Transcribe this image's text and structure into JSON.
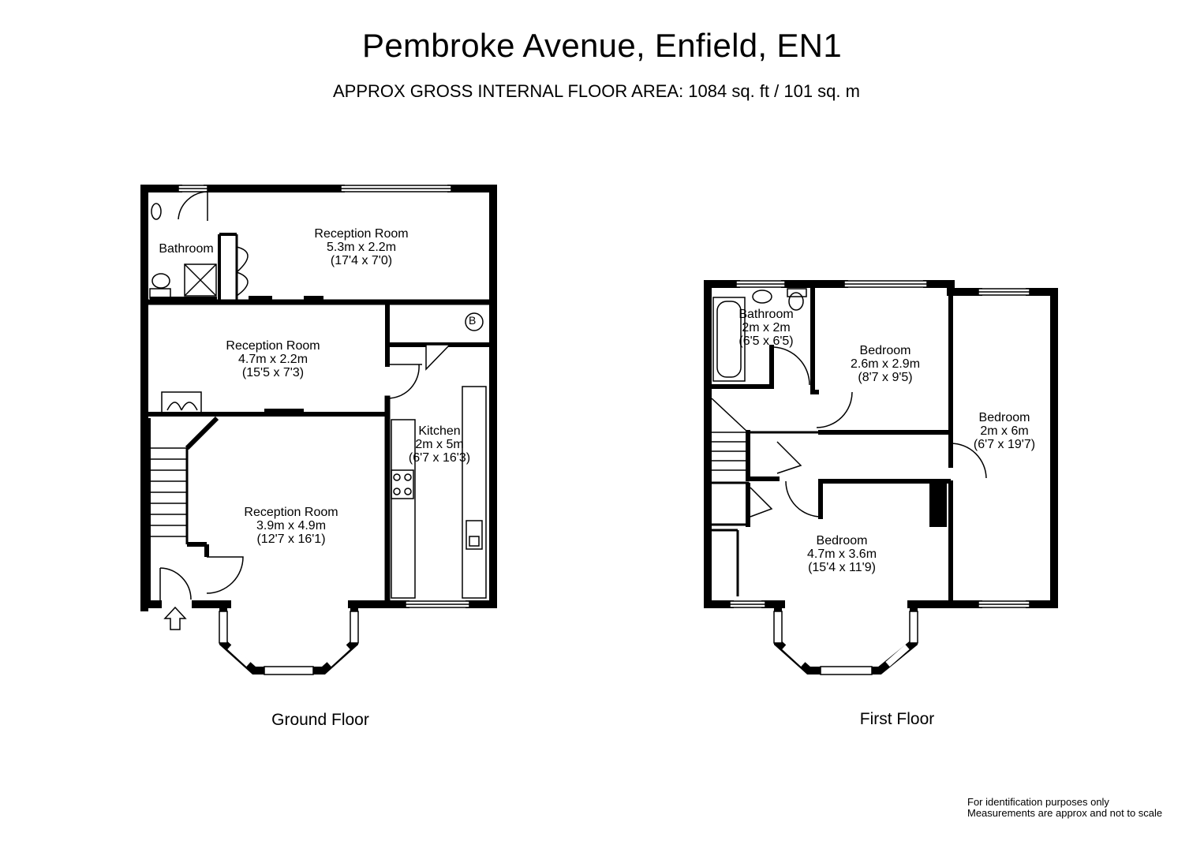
{
  "header": {
    "title": "Pembroke Avenue, Enfield, EN1",
    "area": "APPROX GROSS INTERNAL FLOOR AREA:  1084 sq. ft / 101 sq. m"
  },
  "ground_floor": {
    "label": "Ground Floor",
    "boiler_symbol": "B",
    "rooms": [
      {
        "name": "Bathroom",
        "metric": "",
        "imperial": ""
      },
      {
        "name": "Reception Room",
        "metric": "5.3m x 2.2m",
        "imperial": "(17'4 x 7'0)"
      },
      {
        "name": "Reception Room",
        "metric": "4.7m x 2.2m",
        "imperial": "(15'5 x 7'3)"
      },
      {
        "name": "Kitchen",
        "metric": "2m x 5m",
        "imperial": "(6'7 x 16'3)"
      },
      {
        "name": "Reception Room",
        "metric": "3.9m x 4.9m",
        "imperial": "(12'7 x 16'1)"
      }
    ]
  },
  "first_floor": {
    "label": "First Floor",
    "rooms": [
      {
        "name": "Bathroom",
        "metric": "2m x 2m",
        "imperial": "(6'5 x 6'5)"
      },
      {
        "name": "Bedroom",
        "metric": "2.6m x 2.9m",
        "imperial": "(8'7 x 9'5)"
      },
      {
        "name": "Bedroom",
        "metric": "2m x 6m",
        "imperial": "(6'7 x 19'7)"
      },
      {
        "name": "Bedroom",
        "metric": "4.7m x 3.6m",
        "imperial": "(15'4 x 11'9)"
      }
    ]
  },
  "footer": {
    "line1": "For identification purposes only",
    "line2": "Measurements are approx and not to scale"
  }
}
